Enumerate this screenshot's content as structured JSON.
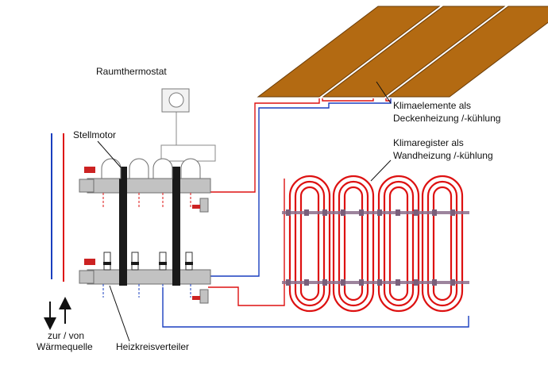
{
  "labels": {
    "room_thermostat": "Raumthermostat",
    "actuator": "Stellmotor",
    "ceiling_elements_line1": "Klimaelemente als",
    "ceiling_elements_line2": "Deckenheizung /-kühlung",
    "wall_register_line1": "Klimaregister als",
    "wall_register_line2": "Wandheizung /-kühlung",
    "heat_source_line1": "zur / von",
    "heat_source_line2": "Wärmequelle",
    "manifold": "Heizkreisverteiler"
  },
  "colors": {
    "supply": "#dd1111",
    "return": "#1a3fbf",
    "ceiling_panel": "#b36a12",
    "ceiling_panel_edge": "#6a3b06",
    "manifold_body": "#c2c2c2",
    "manifold_edge": "#6f6f6f",
    "thermostat_line": "#8a8a8a",
    "rail_mount": "#8c6f8c",
    "valve_handle": "#cc2222"
  },
  "icons": {
    "down_arrow": "arrow-down-icon",
    "up_arrow": "arrow-up-icon"
  }
}
